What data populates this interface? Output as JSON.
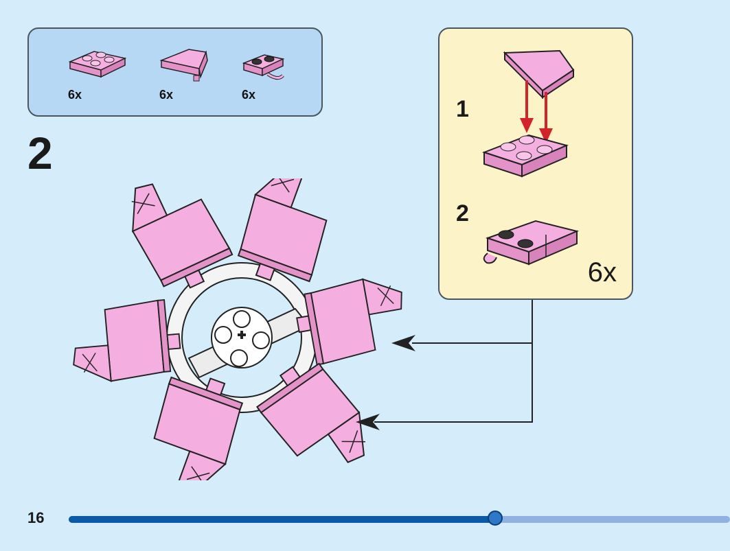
{
  "parts_list": {
    "items": [
      {
        "quantity": "6x",
        "icon": "plate-2x2-icon",
        "color": "#f5aee0"
      },
      {
        "quantity": "6x",
        "icon": "wedge-slope-icon",
        "color": "#f5aee0"
      },
      {
        "quantity": "6x",
        "icon": "plate-clip-icon",
        "color": "#f5aee0"
      }
    ]
  },
  "step": {
    "number": "2"
  },
  "sub_assembly": {
    "steps": [
      {
        "number": "1"
      },
      {
        "number": "2"
      }
    ],
    "multiplier": "6x"
  },
  "footer": {
    "page_number": "16",
    "progress": 0.645
  },
  "colors": {
    "brick_pink": "#f5aee0",
    "background": "#d5ecfb",
    "parts_panel": "#b7d8f4",
    "sub_panel": "#fdf3c8",
    "arrow_red": "#d2232a",
    "progress_dark": "#0a5aa8",
    "progress_light": "#8fb2e0"
  }
}
